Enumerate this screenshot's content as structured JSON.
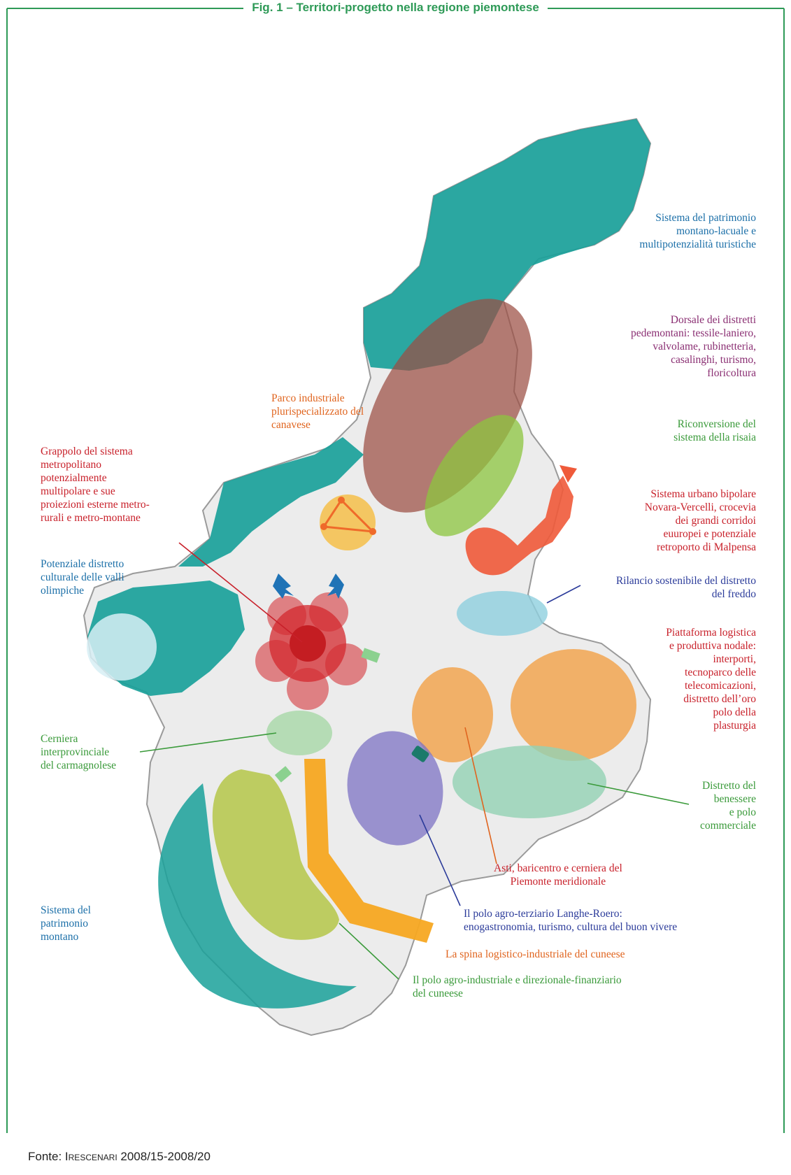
{
  "title": "Fig. 1 – Territori-progetto nella regione piemontese",
  "source": {
    "prefix": "Fonte: ",
    "name": "Irescenari",
    "suffix": " 2008/15-2008/20"
  },
  "colors": {
    "frame": "#2e9a57",
    "teal": "#1aa19a",
    "brown": "#9b4d43",
    "light_green": "#8cc63f",
    "orange": "#f39c3c",
    "yellow": "#f2b128",
    "red": "#d4282e",
    "coral": "#ef5a3a",
    "light_blue": "#8fd0de",
    "purple": "#7d73c4",
    "mint": "#93d2b4",
    "olive": "#b5c749",
    "map_fill": "#ececec",
    "label_blue": "#1b6fa8",
    "label_purple": "#8a2e72",
    "label_green": "#3a9a3a",
    "label_red": "#c8202a",
    "label_orange": "#e0641e",
    "label_darkblue": "#2b3b9a",
    "label_teal": "#1f8f86"
  },
  "labels": {
    "montano_lacuale": "Sistema del patrimonio\nmontano-lacuale e\nmultipotenzialità turistiche",
    "dorsale": "Dorsale dei distretti\npedemontani: tessile-laniero,\nvalvolame, rubinetteria,\ncasalinghi, turismo,\nfloricoltura",
    "parco_industriale": "Parco industriale\nplurispecializzato del\ncanavese",
    "risaia": "Riconversione del\nsistema della risaia",
    "grappolo": "Grappolo del sistema\nmetropolitano\npotenzialmente\nmultipolare e sue\nproiezioni esterne metro-\nrurali e metro-montane",
    "novara_vercelli": "Sistema urbano bipolare\nNovara-Vercelli, crocevia\ndei grandi corridoi\neuuropei e potenziale\nretroporto di Malpensa",
    "valli_olimpiche": "Potenziale distretto\nculturale delle valli\nolimpiche",
    "freddo": "Rilancio sostenibile del distretto\ndel freddo",
    "piattaforma": "Piattaforma logistica\ne produttiva nodale:\ninterporti,\ntecnoparco delle\ntelecomicazioni,\ndistretto dell’oro\npolo della\nplasturgia",
    "carmagnolese": "Cerniera\ninterprovinciale\ndel carmagnolese",
    "benessere": "Distretto del\nbenessere\ne polo\ncommerciale",
    "asti": "Asti, baricentro e cerniera del\nPiemonte meridionale",
    "montano": "Sistema del\npatrimonio\nmontano",
    "langhe_roero": "Il polo agro-terziario Langhe-Roero:\nenogastronomia, turismo, cultura del buon vivere",
    "spina_logistica": "La spina logistico-industriale del cuneese",
    "agro_industriale": "Il polo agro-industriale e direzionale-finanziario\ndel cuneese"
  }
}
